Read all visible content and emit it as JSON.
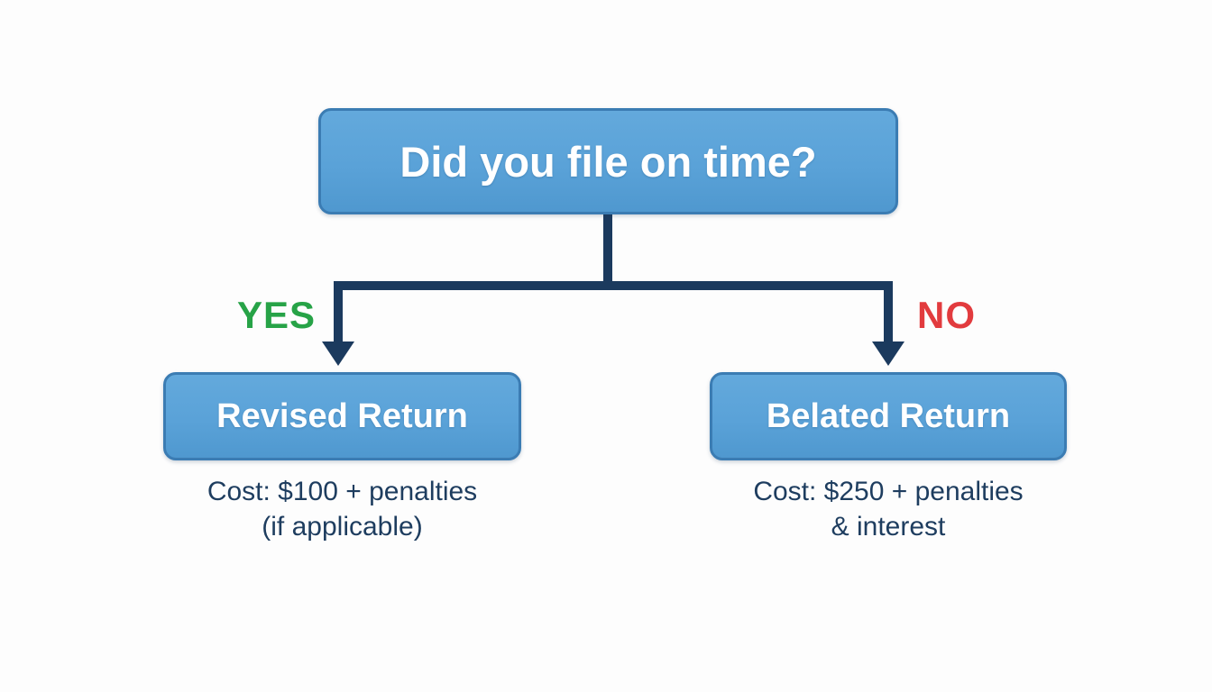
{
  "flowchart": {
    "title": "Did you file on time?",
    "branches": {
      "yes": {
        "label": "YES",
        "node": "Revised Return",
        "cost_line1": "Cost: $100 + penalties",
        "cost_line2": "(if applicable)"
      },
      "no": {
        "label": "NO",
        "node": "Belated Return",
        "cost_line1": "Cost: $250 + penalties",
        "cost_line2": "& interest"
      }
    }
  },
  "colors": {
    "node-fill": "#5aa2d8",
    "node-fill-light": "#63a9dc",
    "node-border": "#3b7cb3",
    "connector": "#1b3a5e",
    "yes-color": "#27a347",
    "no-color": "#e23b3e",
    "cost-color": "#1e3d5f"
  }
}
